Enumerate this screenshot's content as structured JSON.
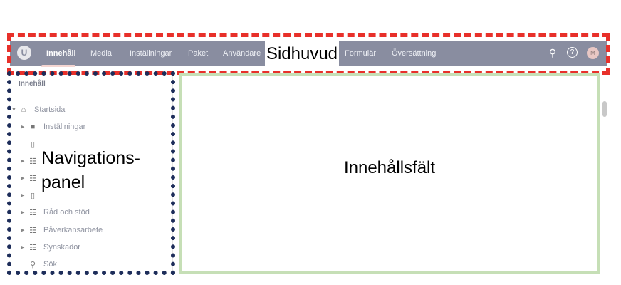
{
  "header": {
    "logo": "U",
    "nav": [
      "Innehåll",
      "Media",
      "Inställningar",
      "Paket",
      "Användare",
      "Formulär",
      "Översättning"
    ],
    "icons": [
      "search-icon",
      "help-icon"
    ],
    "avatar": "M"
  },
  "tree": {
    "title": "Innehåll",
    "items": [
      {
        "label": "Startsida",
        "icon": "home-icon"
      },
      {
        "label": "Inställningar",
        "icon": "folder-icon"
      },
      {
        "label": "",
        "icon": "document-icon"
      },
      {
        "label": "",
        "icon": "list-icon"
      },
      {
        "label": "",
        "icon": "list-icon"
      },
      {
        "label": "",
        "icon": "document-icon"
      },
      {
        "label": "Råd och stöd",
        "icon": "list-icon"
      },
      {
        "label": "Påverkansarbete",
        "icon": "list-icon"
      },
      {
        "label": "Synskador",
        "icon": "list-icon"
      },
      {
        "label": "Sök",
        "icon": "search-icon"
      }
    ]
  },
  "callouts": {
    "header": "Sidhuvud",
    "nav_line1": "Navigations-",
    "nav_line2": "panel",
    "content": "Innehållsfält"
  },
  "colors": {
    "header": "#898da0",
    "header_callout": "#e8302a",
    "nav_callout": "#1d2d5a",
    "content_callout": "#c6dfb6"
  }
}
